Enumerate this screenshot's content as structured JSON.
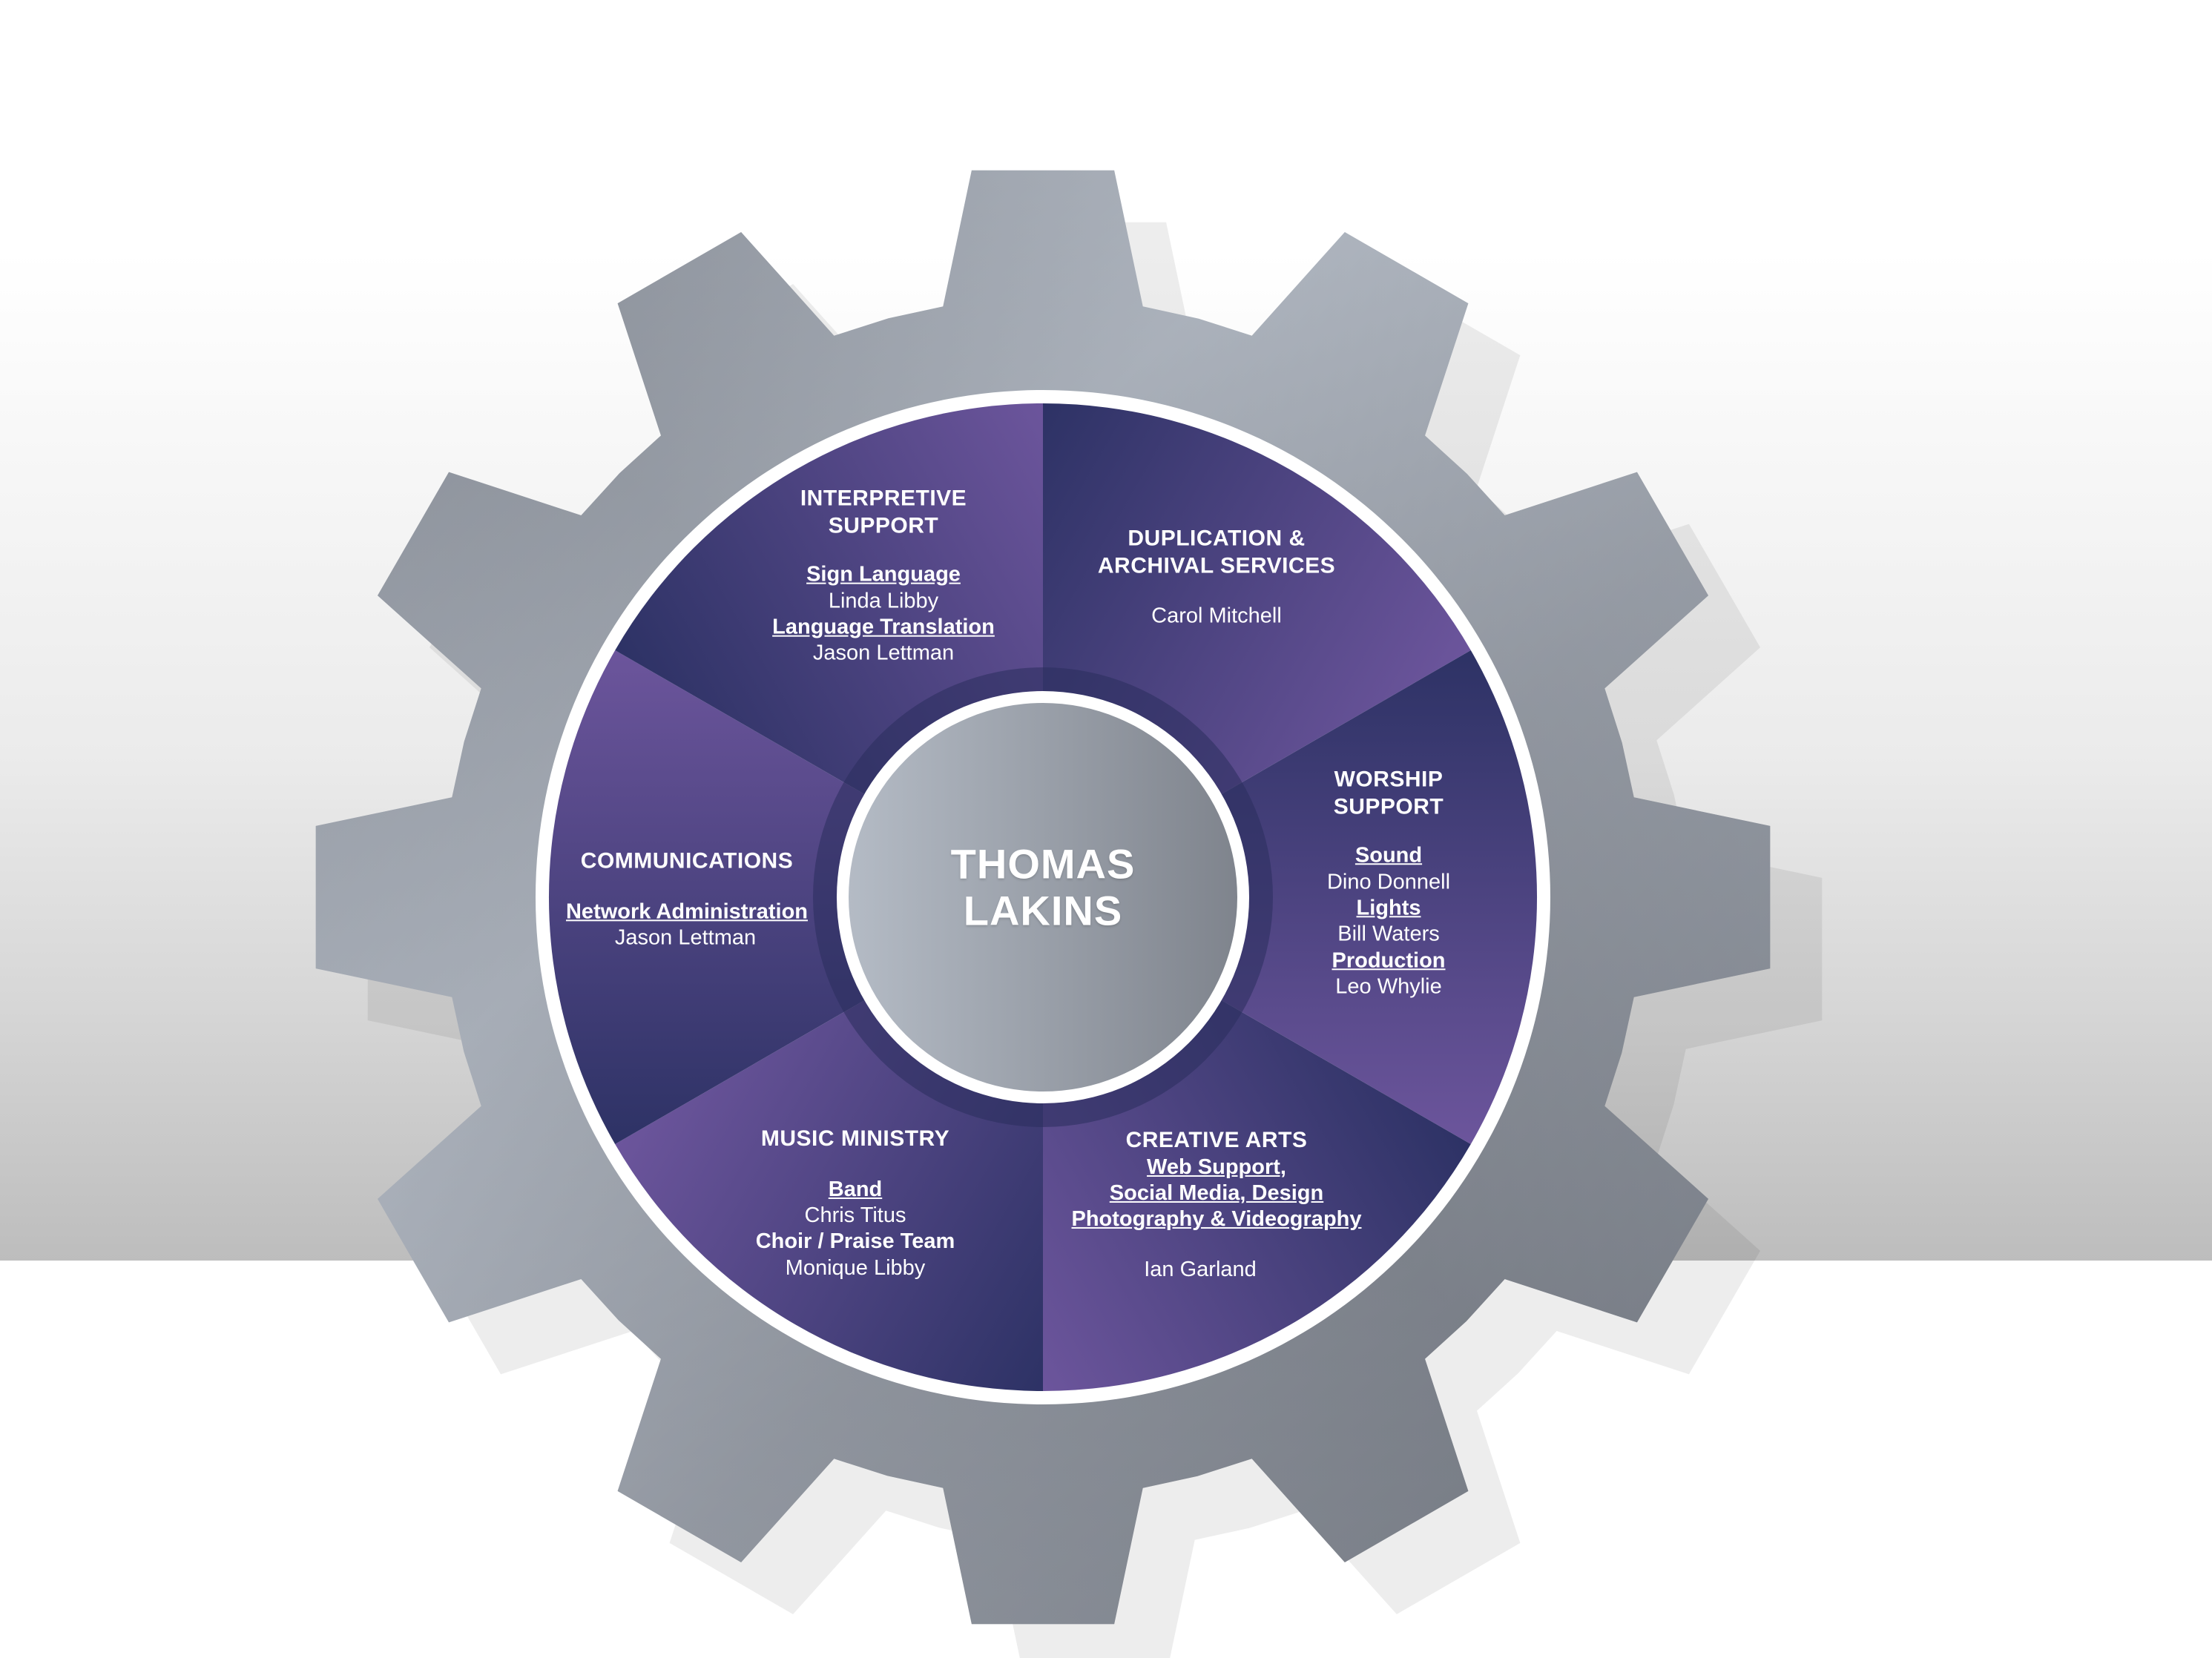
{
  "center": {
    "line1": "THOMAS",
    "line2": "LAKINS"
  },
  "segments": {
    "interpretive": {
      "title1": "INTERPRETIVE",
      "title2": "SUPPORT",
      "sub1": "Sign Language",
      "person1": "Linda Libby",
      "sub2": "Language Translation",
      "person2": "Jason Lettman"
    },
    "duplication": {
      "title1": "DUPLICATION &",
      "title2": "ARCHIVAL SERVICES",
      "person1": "Carol Mitchell"
    },
    "worship": {
      "title1": "WORSHIP",
      "title2": "SUPPORT",
      "sub1": "Sound",
      "person1": "Dino Donnell",
      "sub2": "Lights",
      "person2": "Bill Waters",
      "sub3": "Production",
      "person3": "Leo Whylie"
    },
    "creative": {
      "title1": "CREATIVE ARTS",
      "sub1": "Web Support,",
      "sub2": "Social Media, Design",
      "sub3": "Photography & Videography",
      "person1": "Ian Garland"
    },
    "music": {
      "title1": "MUSIC MINISTRY",
      "sub1": "Band",
      "person1": "Chris Titus",
      "sub2": "Choir / Praise Team",
      "person2": "Monique Libby"
    },
    "communications": {
      "title1": "COMMUNICATIONS",
      "sub1": "Network Administration",
      "person1": "Jason Lettman"
    }
  },
  "colors": {
    "gear_light": "#b5bcc6",
    "gear_dark": "#6b7079",
    "segment_dark": "#2d3265",
    "segment_light": "#6c559c",
    "ring": "#ffffff",
    "text": "#ffffff"
  }
}
